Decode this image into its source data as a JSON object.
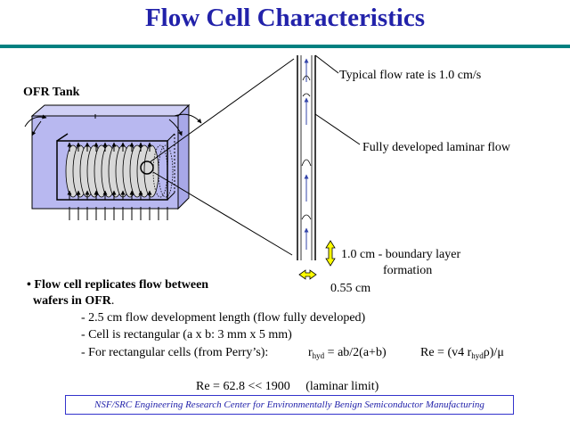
{
  "title": "Flow Cell Characteristics",
  "tank": {
    "label": "OFR Tank"
  },
  "callouts": {
    "flow_rate": "Typical flow rate is 1.0 cm/s",
    "laminar": "Fully developed laminar flow",
    "boundary_line1": "1.0 cm  - boundary layer",
    "boundary_line2": "formation",
    "width": "0.55 cm"
  },
  "bullets": {
    "main_line1": "• Flow cell replicates flow between",
    "main_line2": "wafers in OFR",
    "main_period": ".",
    "dev_length": "- 2.5 cm flow development length (flow fully developed)",
    "rect": "- Cell is rectangular (a x b: 3 mm x 5 mm)",
    "perry": "- For rectangular cells (from Perry’s):",
    "rhyd_symbol": "r",
    "rhyd_sub": "hyd",
    "rhyd_eq": " = ab/2(a+b)",
    "re_prefix": "Re = (v4 r",
    "re_sub": "hyd",
    "re_suffix": "ρ)/μ"
  },
  "result": "Re = 62.8 << 1900     (laminar limit)",
  "footer": "NSF/SRC Engineering Research Center for Environmentally Benign Semiconductor Manufacturing",
  "colors": {
    "title": "#2222aa",
    "rule": "#008080",
    "tank_fill": "#b8b8f0",
    "arrow_yellow": "#ffff00"
  }
}
